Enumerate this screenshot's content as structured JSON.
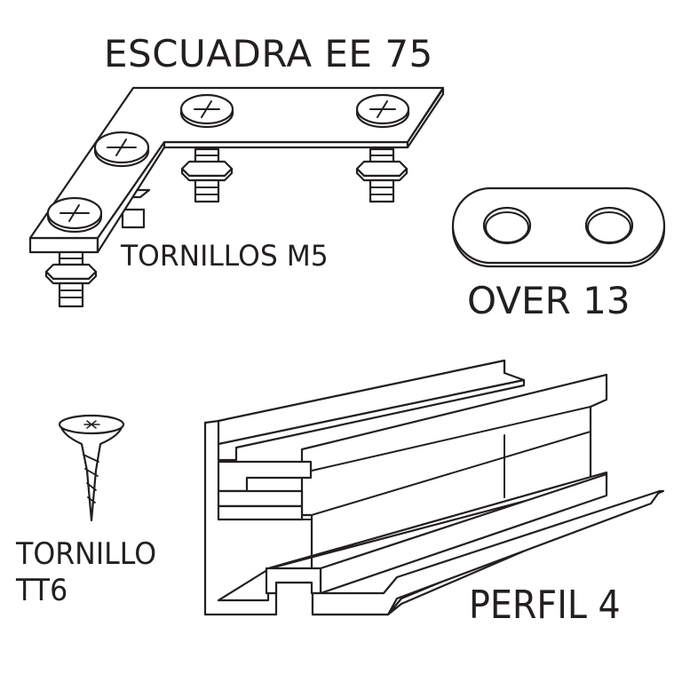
{
  "diagram": {
    "parts": [
      {
        "id": "escuadra",
        "label": "ESCUADRA EE 75"
      },
      {
        "id": "tornillos-m5",
        "label": "TORNILLOS M5"
      },
      {
        "id": "over-13",
        "label": "OVER 13"
      },
      {
        "id": "tornillo-tt6",
        "label_line1": "TORNILLO",
        "label_line2": "TT6"
      },
      {
        "id": "perfil-4",
        "label": "PERFIL 4"
      }
    ],
    "colors": {
      "line": "#231f20",
      "background": "#ffffff"
    }
  }
}
